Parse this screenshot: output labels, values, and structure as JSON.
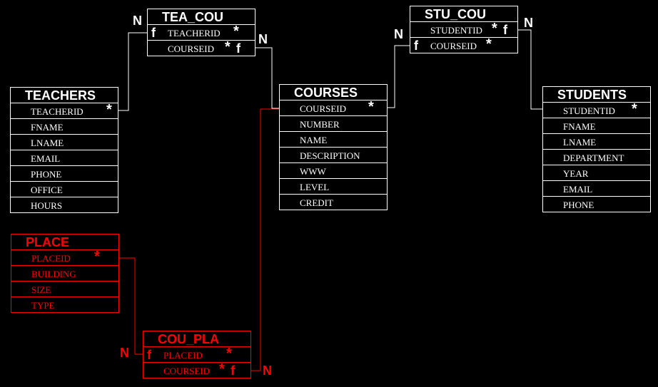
{
  "colors": {
    "default": "#ffffff",
    "place_group": "#ff0000",
    "background": "#000000"
  },
  "tables": [
    {
      "id": "tea_cou",
      "title": "TEA_COU",
      "fields": [
        {
          "name": "TEACHERID",
          "pk": true,
          "fk": true,
          "fk_side": "left"
        },
        {
          "name": "COURSEID",
          "pk": true,
          "fk": true,
          "fk_side": "right"
        }
      ]
    },
    {
      "id": "teachers",
      "title": "TEACHERS",
      "fields": [
        {
          "name": "TEACHERID",
          "pk": true
        },
        {
          "name": "FNAME"
        },
        {
          "name": "LNAME"
        },
        {
          "name": "EMAIL"
        },
        {
          "name": "PHONE"
        },
        {
          "name": "OFFICE"
        },
        {
          "name": "HOURS"
        }
      ]
    },
    {
      "id": "courses",
      "title": "COURSES",
      "fields": [
        {
          "name": "COURSEID",
          "pk": true
        },
        {
          "name": "NUMBER"
        },
        {
          "name": "NAME"
        },
        {
          "name": "DESCRIPTION"
        },
        {
          "name": "WWW"
        },
        {
          "name": "LEVEL"
        },
        {
          "name": "CREDIT"
        }
      ]
    },
    {
      "id": "stu_cou",
      "title": "STU_COU",
      "fields": [
        {
          "name": "STUDENTID",
          "pk": true,
          "fk": true,
          "fk_side": "right"
        },
        {
          "name": "COURSEID",
          "pk": true,
          "fk": true,
          "fk_side": "left"
        }
      ]
    },
    {
      "id": "students",
      "title": "STUDENTS",
      "fields": [
        {
          "name": "STUDENTID",
          "pk": true
        },
        {
          "name": "FNAME"
        },
        {
          "name": "LNAME"
        },
        {
          "name": "DEPARTMENT"
        },
        {
          "name": "YEAR"
        },
        {
          "name": "EMAIL"
        },
        {
          "name": "PHONE"
        }
      ]
    },
    {
      "id": "place",
      "title": "PLACE",
      "red": true,
      "fields": [
        {
          "name": "PLACEID",
          "pk": true
        },
        {
          "name": "BUILDING"
        },
        {
          "name": "SIZE"
        },
        {
          "name": "TYPE"
        }
      ]
    },
    {
      "id": "cou_pla",
      "title": "COU_PLA",
      "red": true,
      "fields": [
        {
          "name": "PLACEID",
          "pk": true,
          "fk": true,
          "fk_side": "left"
        },
        {
          "name": "COURSEID",
          "pk": true,
          "fk": true,
          "fk_side": "right"
        }
      ]
    }
  ],
  "symbols": {
    "pk": "*",
    "fk": "f"
  },
  "cardinalities": [
    {
      "label": "N",
      "rel": "teachers-tea_cou"
    },
    {
      "label": "N",
      "rel": "tea_cou-courses"
    },
    {
      "label": "N",
      "rel": "courses-stu_cou"
    },
    {
      "label": "N",
      "rel": "stu_cou-students"
    },
    {
      "label": "N",
      "rel": "place-cou_pla",
      "red": true
    },
    {
      "label": "N",
      "rel": "courses-cou_pla",
      "red": true
    }
  ]
}
